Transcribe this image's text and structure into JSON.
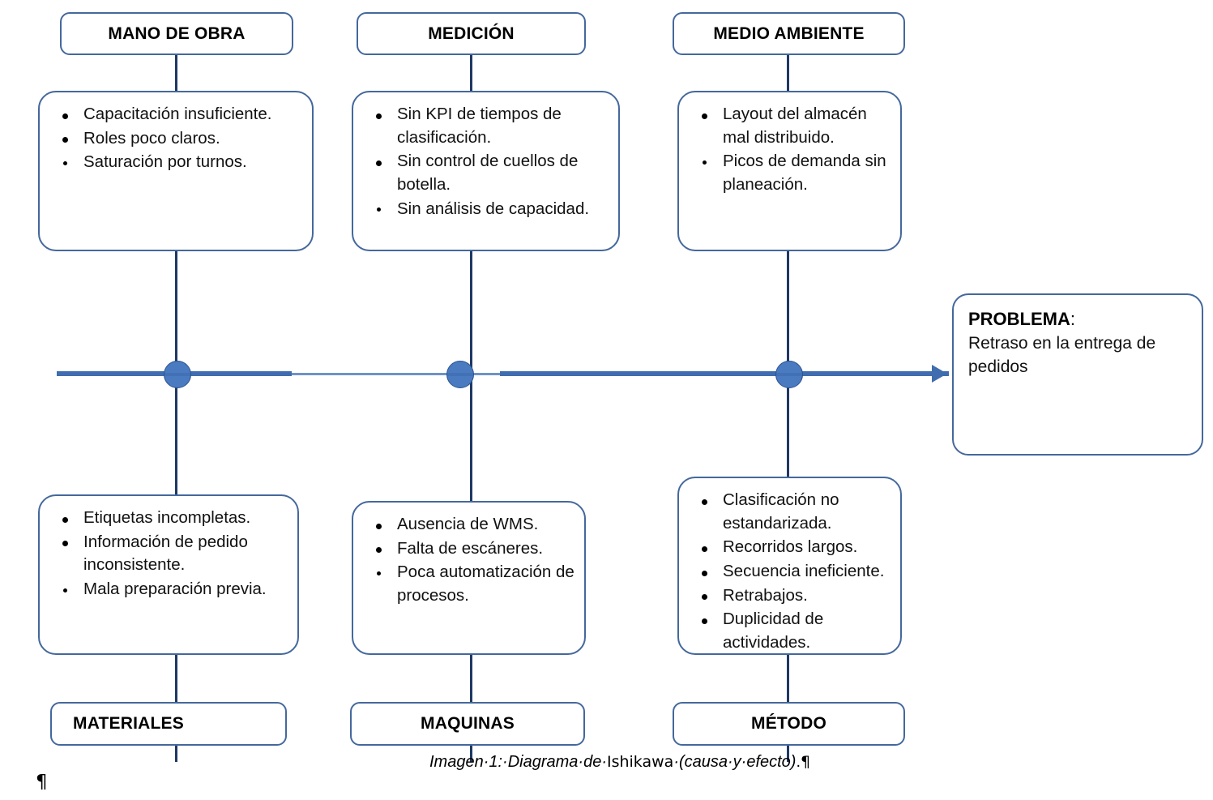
{
  "document": {
    "caption": {
      "prefix_italic": "Imagen·1:·Diagrama·de·",
      "roman_word": "Ishikawa",
      "suffix_italic": "·(causa·y·efecto)",
      "period": ".",
      "pilcrow": "¶"
    },
    "end_mark": "¶"
  },
  "colors": {
    "box_border": "#44689C",
    "spine": "#3F6DAF",
    "spine_light": "#6E93C6",
    "connector": "#1F3864",
    "node_fill": "#4A7AC0",
    "node_stroke": "#2C5390",
    "text": "#111111"
  },
  "diagram": {
    "type": "ishikawa",
    "problem": {
      "label": "PROBLEMA",
      "colon": ":",
      "statement": "Retraso en la entrega de pedidos"
    },
    "categories": [
      {
        "id": "mano-de-obra",
        "name": "MANO DE OBRA",
        "position": "top",
        "column": 1,
        "causes": [
          "Capacitación insuficiente.",
          "Roles poco claros.",
          "Saturación por turnos."
        ]
      },
      {
        "id": "medicion",
        "name": "MEDICIÓN",
        "position": "top",
        "column": 2,
        "causes": [
          "Sin KPI de tiempos de clasificación.",
          "Sin control de cuellos de botella.",
          "Sin análisis de capacidad."
        ]
      },
      {
        "id": "medio-ambiente",
        "name": "MEDIO AMBIENTE",
        "position": "top",
        "column": 3,
        "causes": [
          "Layout del almacén mal distribuido.",
          "Picos de demanda sin planeación."
        ]
      },
      {
        "id": "materiales",
        "name": "MATERIALES",
        "position": "bottom",
        "column": 1,
        "causes": [
          "Etiquetas incompletas.",
          "Información de pedido inconsistente.",
          "Mala preparación previa."
        ]
      },
      {
        "id": "maquinas",
        "name": "MAQUINAS",
        "position": "bottom",
        "column": 2,
        "causes": [
          "Ausencia de WMS.",
          "Falta de escáneres.",
          "Poca automatización de procesos."
        ]
      },
      {
        "id": "metodo",
        "name": "MÉTODO",
        "position": "bottom",
        "column": 3,
        "causes": [
          "Clasificación no estandarizada.",
          "Recorridos largos.",
          "Secuencia ineficiente.",
          "Retrabajos.",
          "Duplicidad de actividades."
        ]
      }
    ]
  }
}
